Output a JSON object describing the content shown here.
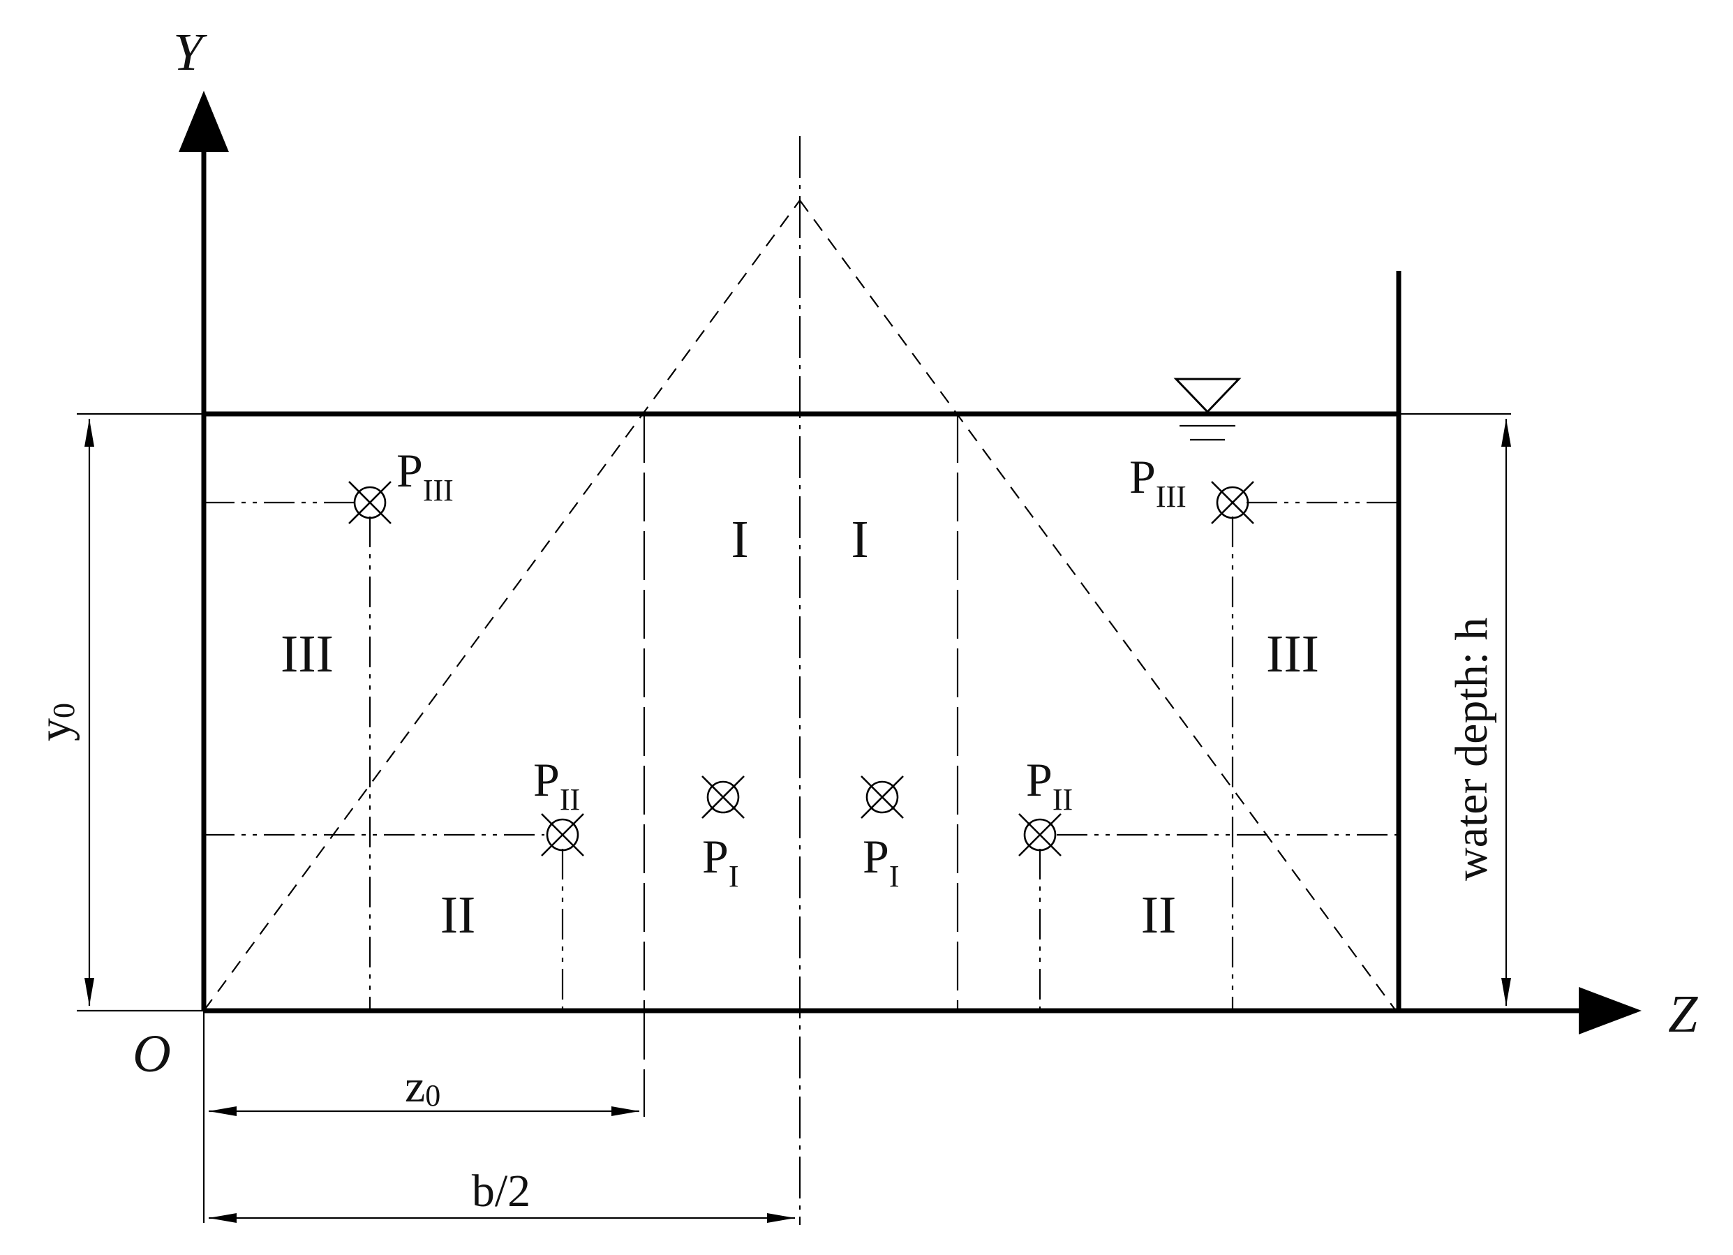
{
  "axes": {
    "y_label": "Y",
    "z_label": "Z",
    "origin_label": "O"
  },
  "regions": {
    "left_I": "I",
    "right_I": "I",
    "left_II": "II",
    "right_II": "II",
    "left_III": "III",
    "right_III": "III"
  },
  "points": {
    "p_main": "P",
    "sub_I": "I",
    "sub_II": "II",
    "sub_III": "III"
  },
  "dimensions": {
    "y0_main": "y",
    "y0_sub": "0",
    "z0_main": "z",
    "z0_sub": "0",
    "half_width": "b/2",
    "water_depth": "water depth: h"
  }
}
